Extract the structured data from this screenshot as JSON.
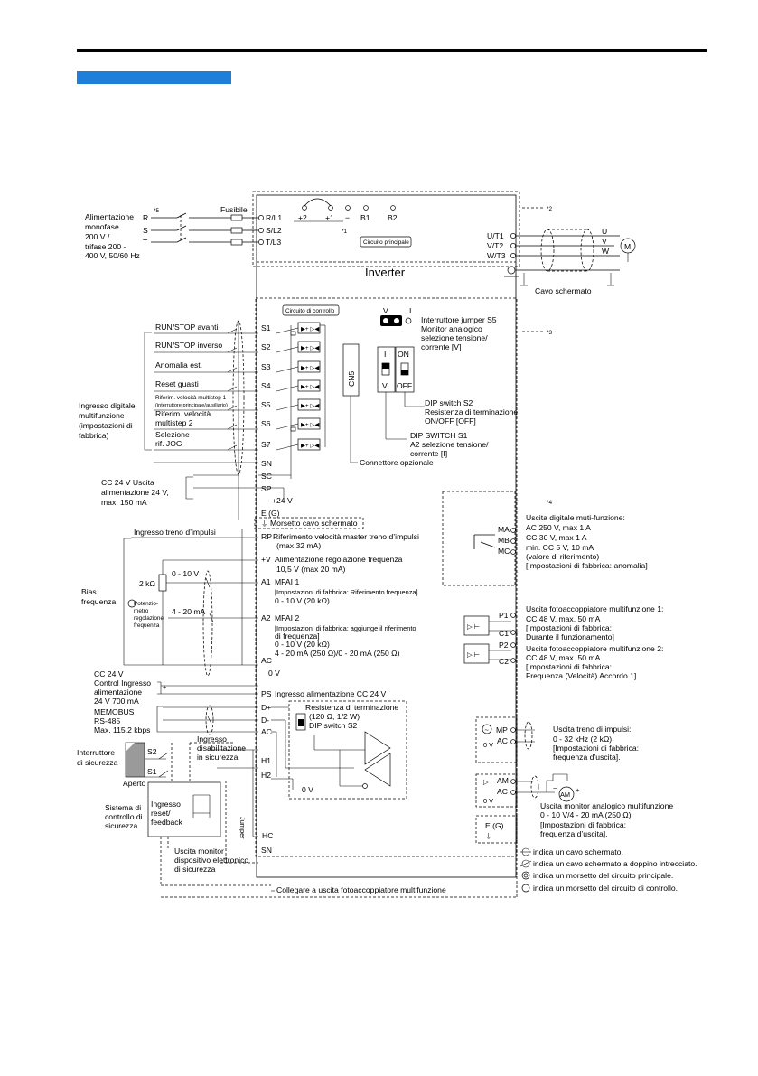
{
  "header": {
    "accent": "#1f7fd8"
  },
  "inverter": {
    "title": "Inverter"
  },
  "main_circuit": {
    "label": "Circuito principale",
    "fuse_label": "Fusibile",
    "supply_lines": [
      "Alimentazione",
      "monofase",
      "200 V /",
      "trifase 200 -",
      "400 V, 50/60 Hz"
    ],
    "phase_labels": [
      "R",
      "S",
      "T"
    ],
    "input_terminals": [
      "R/L1",
      "S/L2",
      "T/L3"
    ],
    "dc_terminals": [
      "+2",
      "+1",
      "−",
      "B1",
      "B2"
    ],
    "output_terminals": [
      "U/T1",
      "V/T2",
      "W/T3"
    ],
    "motor_phases": [
      "U",
      "V",
      "W"
    ],
    "motor_symbol": "M",
    "shielded_cable": "Cavo schermato",
    "note_marks": {
      "n1": "*1",
      "n2": "*2",
      "n3": "*3",
      "n4": "*4",
      "n5": "*5"
    }
  },
  "control_circuit": {
    "label": "Circuito di controllo",
    "jumper_s5": {
      "v_label": "V",
      "i_label": "I",
      "lines": [
        "Interruttore jumper S5",
        "Monitor analogico",
        "selezione tensione/",
        "corrente [V]"
      ]
    },
    "cn5": "CN5",
    "s2_switch": {
      "on": "ON",
      "off": "OFF",
      "lines": [
        "DIP switch S2",
        "Resistenza di terminazione",
        "ON/OFF [OFF]"
      ]
    },
    "s1_switch": {
      "i": "I",
      "v": "V",
      "lines": [
        "DIP SWITCH S1",
        "A2 selezione tensione/",
        "corrente [I]"
      ]
    },
    "option_connector": "Connettore opzionale"
  },
  "digital_inputs": {
    "group_lines": [
      "Ingresso digitale",
      "multifunzione",
      "(impostazioni di",
      "fabbrica)"
    ],
    "items": [
      {
        "terminal": "S1",
        "lines": [
          "RUN/STOP avanti"
        ]
      },
      {
        "terminal": "S2",
        "lines": [
          "RUN/STOP inverso"
        ]
      },
      {
        "terminal": "S3",
        "lines": [
          "Anomalia est."
        ]
      },
      {
        "terminal": "S4",
        "lines": [
          "Reset guasti"
        ]
      },
      {
        "terminal": "S5",
        "lines": [
          "Riferim. velocità multistep 1",
          "(interruttore principale/ausiliario)"
        ]
      },
      {
        "terminal": "S6",
        "lines": [
          "Riferim. velocità",
          "multistep 2"
        ]
      },
      {
        "terminal": "S7",
        "lines": [
          "Selezione",
          "rif. JOG"
        ]
      }
    ],
    "sn": "SN",
    "sc": "SC",
    "sp": "SP",
    "plus24": "+24 V",
    "supply_lines": [
      "CC 24 V Uscita",
      "alimentazione 24 V,",
      "max. 150 mA"
    ]
  },
  "analog": {
    "eg": "E (G)",
    "shield_terminal": "Morsetto cavo schermato",
    "pulse_input": "Ingresso treno d’impulsi",
    "rp": "RP",
    "rp_desc": [
      "Riferimento velocità master treno d’impulsi",
      "(max 32 mA)"
    ],
    "pv": "+V",
    "pv_desc": [
      "Alimentazione regolazione frequenza",
      "10,5 V (max 20 mA)"
    ],
    "a1": "A1",
    "a1_desc": [
      "MFAI 1",
      "[Impostazioni di fabbrica: Riferimento frequenza]",
      "0 - 10 V (20 kΩ)"
    ],
    "a2": "A2",
    "a2_desc": [
      "MFAI 2",
      "[Impostazioni di fabbrica: aggiunge il riferimento",
      "di frequenza]",
      "0 - 10 V (20 kΩ)",
      "4 - 20 mA (250 Ω)/0 - 20 mA (250 Ω)"
    ],
    "ac": "AC",
    "zero_v": "0 V",
    "range_v": "0 - 10 V",
    "range_ma": "4 - 20 mA",
    "pot_value": "2 kΩ",
    "pot_lines": [
      "Potenzio-",
      "metro",
      "regolazione",
      "frequenza"
    ],
    "bias_lines": [
      "Bias",
      "frequenza"
    ]
  },
  "ps": {
    "terminal": "PS",
    "desc": "Ingresso alimentazione CC 24 V",
    "left_lines": [
      "CC 24 V",
      "Control Ingresso",
      "alimentazione",
      "24 V 700 mA"
    ]
  },
  "memobus": {
    "lines": [
      "MEMOBUS",
      "RS-485",
      "Max. 115.2 kbps"
    ],
    "terminals": [
      "D+",
      "D-",
      "AC"
    ],
    "termination": [
      "Resistenza di terminazione",
      "(120 Ω, 1/2 W)",
      "DIP switch S2"
    ]
  },
  "safety": {
    "switch_lines": [
      "Interruttore",
      "di sicurezza"
    ],
    "s2": "S2",
    "s1": "S1",
    "open": "Aperto",
    "disable_lines": [
      "Ingresso",
      "disabilitazione",
      "in sicurezza"
    ],
    "h1": "H1",
    "h2": "H2",
    "hc": "HC",
    "sn": "SN",
    "zero_v": "0 V",
    "system_lines": [
      "Sistema di",
      "controllo di",
      "sicurezza"
    ],
    "reset_lines": [
      "Ingresso",
      "reset/",
      "feedback"
    ],
    "jumper": "Jumper",
    "monitor_lines": [
      "Uscita monitor",
      "dispositivo elettronico",
      "di sicurezza"
    ],
    "connect": "Collegare a uscita fotoaccoppiatore multifunzione"
  },
  "outputs": {
    "relay_lines": [
      "Uscita digitale muti-funzione:",
      "AC 250 V, max 1 A",
      "CC 30 V, max 1 A",
      "min. CC 5 V, 10 mA",
      "(valore di riferimento)",
      "[Impostazioni di fabbrica: anomalia]"
    ],
    "relay_terminals": [
      "MA",
      "MB",
      "MC"
    ],
    "photo1_terminals": [
      "P1",
      "C1"
    ],
    "photo1_lines": [
      "Uscita fotoaccoppiatore multifunzione 1:",
      "CC 48 V, max. 50 mA",
      "[Impostazioni di fabbrica:",
      "Durante il funzionamento]"
    ],
    "photo2_terminals": [
      "P2",
      "C2"
    ],
    "photo2_lines": [
      "Uscita fotoaccoppiatore multifunzione 2:",
      "CC 48 V, max. 50 mA",
      "[Impostazioni di fabbrica:",
      "Frequenza (Velocità) Accordo 1]"
    ],
    "mp_terminals": [
      "MP",
      "AC"
    ],
    "mp_lines": [
      "Uscita treno di impulsi:",
      "0 - 32 kHz (2 kΩ)",
      "[Impostazioni di fabbrica:",
      "frequenza d’uscita]."
    ],
    "am_terminals": [
      "AM",
      "AC"
    ],
    "am_meter": "AM",
    "am_lines": [
      "Uscita monitor analogico multifunzione",
      "0 - 10 V/4 - 20 mA (250 Ω)",
      "[Impostazioni di fabbrica:",
      "frequenza d’uscita]."
    ],
    "eg": "E (G)",
    "zero_v": "0 V"
  },
  "legend": [
    "indica un cavo schermato.",
    "indica un cavo schermato a doppino intrecciato.",
    "indica un morsetto del circuito principale.",
    "indica un morsetto del circuito di controllo."
  ]
}
